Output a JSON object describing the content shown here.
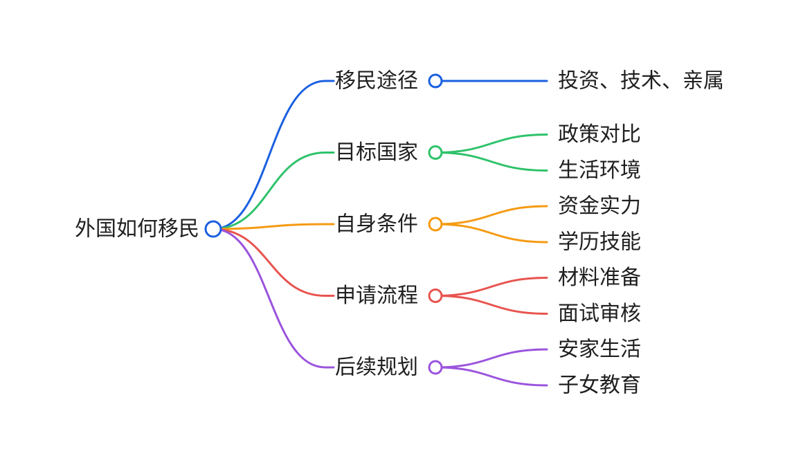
{
  "mindmap": {
    "root": {
      "label": "外国如何移民",
      "color": "#1a5fe0"
    },
    "branches": [
      {
        "label": "移民途径",
        "color": "#1a5fe0",
        "children": [
          "投资、技术、亲属"
        ]
      },
      {
        "label": "目标国家",
        "color": "#2ec26a",
        "children": [
          "政策对比",
          "生活环境"
        ]
      },
      {
        "label": "自身条件",
        "color": "#f59a12",
        "children": [
          "资金实力",
          "学历技能"
        ]
      },
      {
        "label": "申请流程",
        "color": "#e8544f",
        "children": [
          "材料准备",
          "面试审核"
        ]
      },
      {
        "label": "后续规划",
        "color": "#9b54dd",
        "children": [
          "安家生活",
          "子女教育"
        ]
      }
    ]
  }
}
